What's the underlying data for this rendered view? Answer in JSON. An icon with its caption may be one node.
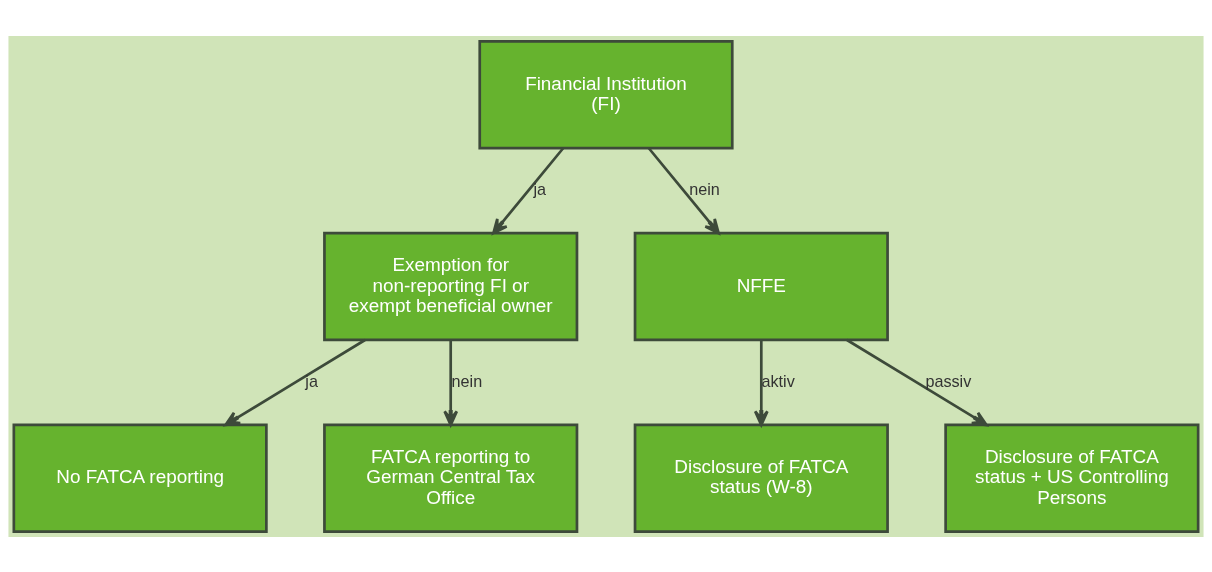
{
  "diagram": {
    "nodes": [
      {
        "text": [
          "Financial Institution (FI)"
        ]
      },
      {
        "text": [
          "Exemption for non-reporting FI or exempt beneficial owner"
        ]
      },
      {
        "text": [
          "NFFE"
        ]
      },
      {
        "text": [
          "No FATCA reporting"
        ]
      },
      {
        "text": [
          "FATCA reporting to German Central Tax Office"
        ]
      },
      {
        "text": [
          "Disclosure of FATCA status (W-8)"
        ]
      },
      {
        "text": [
          "Disclosure of FATCA status + US Controlling Persons"
        ]
      }
    ],
    "edges": [
      {
        "from": 0,
        "to": 1,
        "arrow": "to",
        "label": "ja"
      },
      {
        "from": 0,
        "to": 2,
        "arrow": "to",
        "label": "nein"
      },
      {
        "from": 1,
        "to": 3,
        "arrow": "to",
        "label": "ja"
      },
      {
        "from": 1,
        "to": 4,
        "arrow": "to",
        "label": "nein"
      },
      {
        "from": 2,
        "to": 5,
        "arrow": "to",
        "label": "aktiv"
      },
      {
        "from": 2,
        "to": 6,
        "arrow": "to",
        "label": "passiv"
      }
    ]
  }
}
